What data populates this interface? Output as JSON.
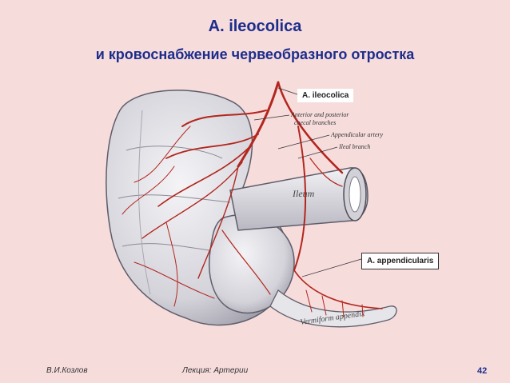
{
  "slide": {
    "title": "A.  ileocolica",
    "subtitle": "и кровоснабжение червеобразного отростка"
  },
  "figure": {
    "labels": {
      "ileocolica": "A. ileocolica",
      "appendicularis": "A. appendicularis",
      "anterior_posterior": "Anterior and posterior",
      "caecal": "caecal branches",
      "appendicular_artery": "Appendicular artery",
      "ileal_branch": "Ileal branch",
      "ileum": "Ileum",
      "vermiform": "Vermiform appendix"
    },
    "colors": {
      "artery": "#b3261e",
      "tissue": "#e8e6ea",
      "shade": "#9a9aa6"
    }
  },
  "footer": {
    "author": "В.И.Козлов",
    "lecture": "Лекция: Артерии",
    "page": "42"
  }
}
